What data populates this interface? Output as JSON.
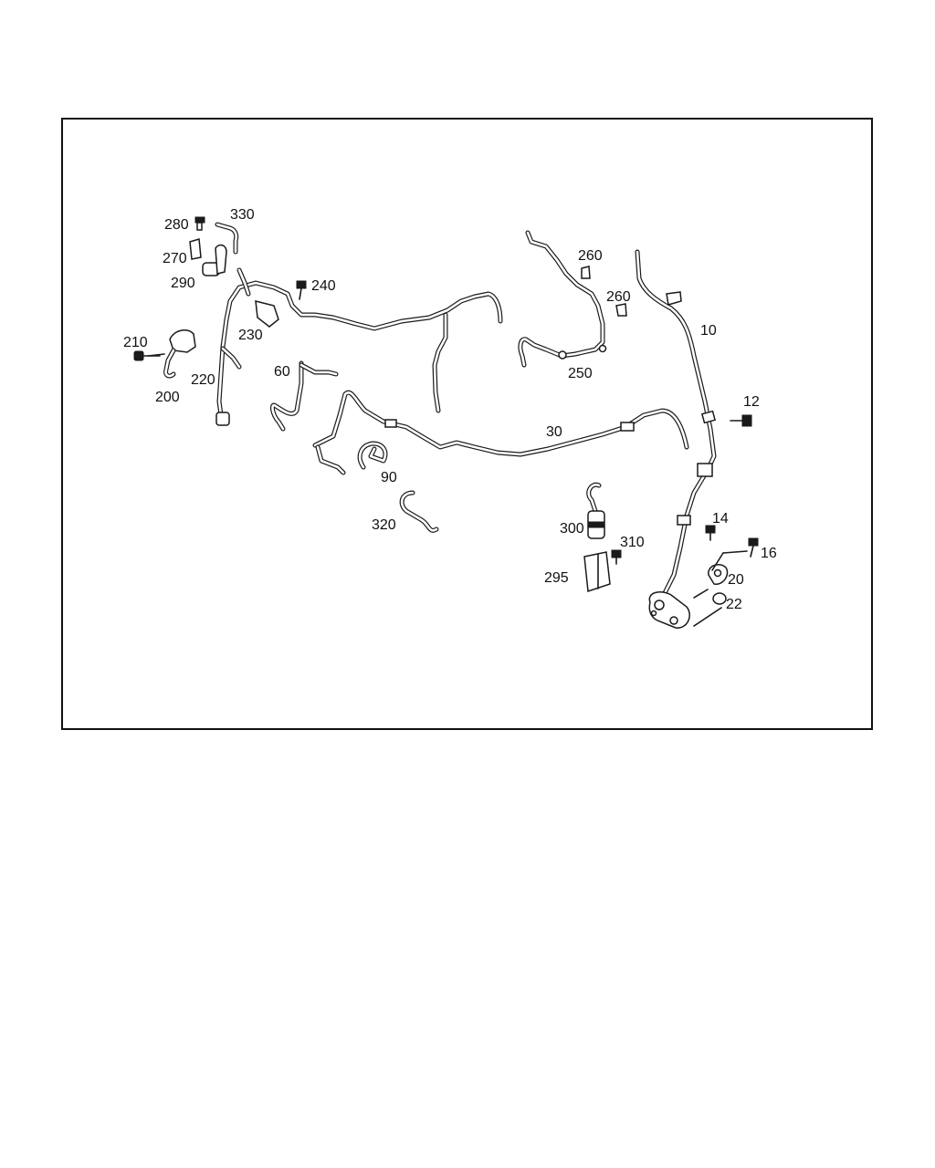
{
  "diagram": {
    "callouts": [
      "10",
      "12",
      "14",
      "16",
      "20",
      "22",
      "30",
      "60",
      "90",
      "200",
      "210",
      "220",
      "230",
      "240",
      "250",
      "260",
      "260",
      "270",
      "280",
      "290",
      "295",
      "300",
      "310",
      "320",
      "330"
    ]
  }
}
